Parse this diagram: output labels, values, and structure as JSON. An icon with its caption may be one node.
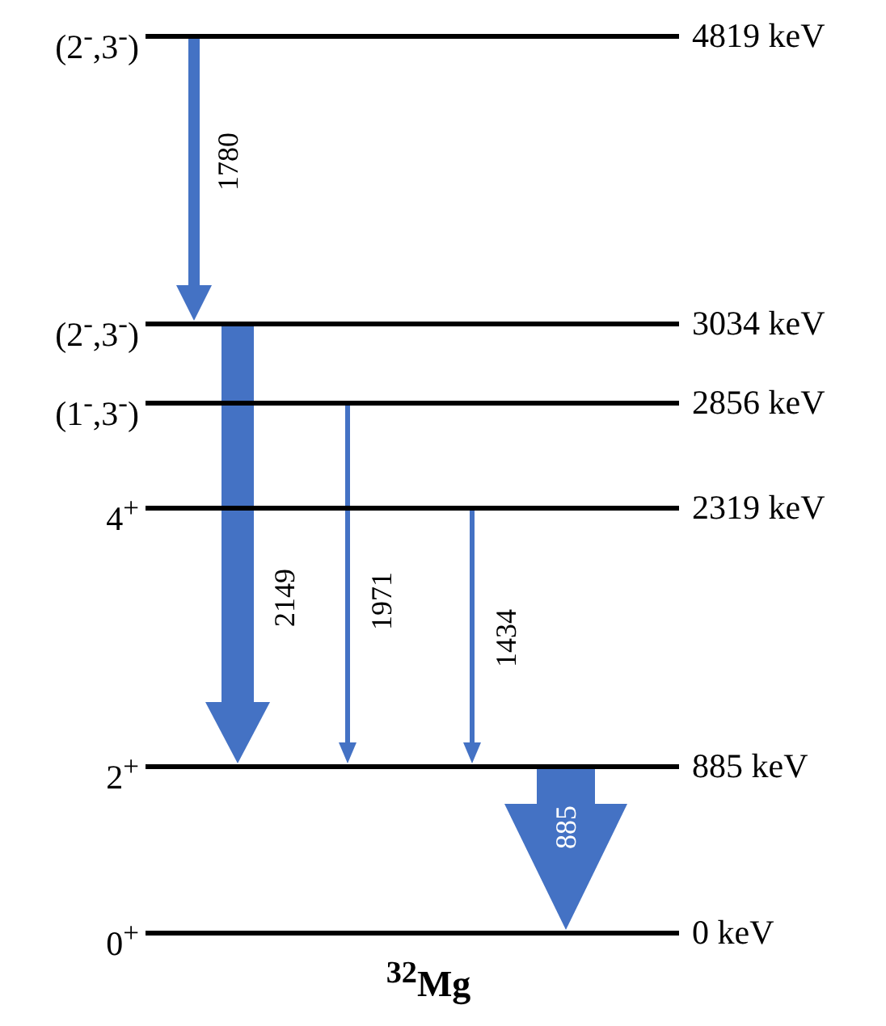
{
  "diagram": {
    "caption": "$^{32}$Mg",
    "nodes": [
      {
        "text": [
          "(2$^{-}$,3$^{-}$)",
          "4819 keV"
        ]
      },
      {
        "text": [
          "(2$^{-}$,3$^{-}$)",
          "3034 keV"
        ]
      },
      {
        "text": [
          "(1$^{-}$,3$^{-}$)",
          "2856 keV"
        ]
      },
      {
        "text": [
          "4$^{+}$",
          "2319 keV"
        ]
      },
      {
        "text": [
          "2$^{+}$",
          "885 keV"
        ]
      },
      {
        "text": [
          "0$^{+}$",
          "0 keV"
        ]
      }
    ],
    "edges": [
      {
        "from": 0,
        "to": 1,
        "arrow": "to",
        "label": "1780"
      },
      {
        "from": 1,
        "to": 4,
        "arrow": "to",
        "label": "2149",
        "style": "thick"
      },
      {
        "from": 2,
        "to": 4,
        "arrow": "to",
        "label": "1971"
      },
      {
        "from": 3,
        "to": 4,
        "arrow": "to",
        "label": "1434"
      },
      {
        "from": 4,
        "to": 5,
        "arrow": "to",
        "label": "885",
        "style": "thick"
      }
    ]
  }
}
